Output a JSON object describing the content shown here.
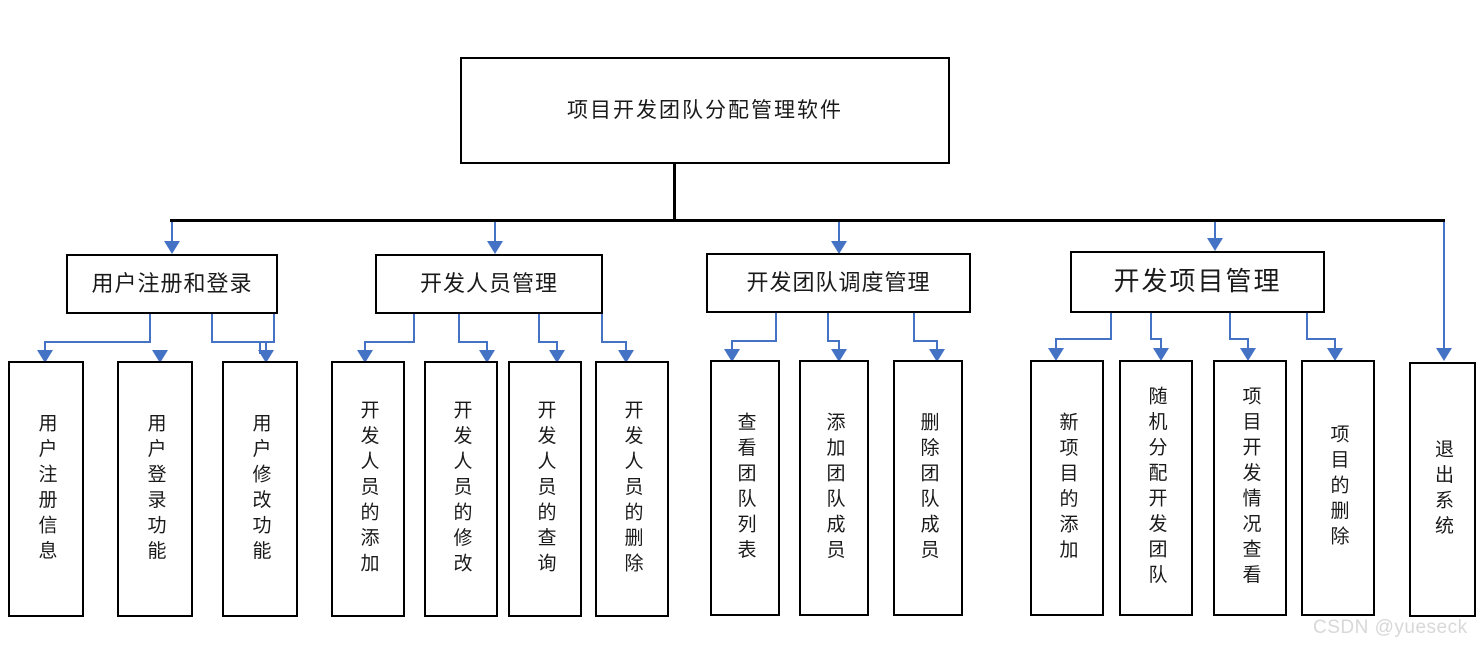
{
  "diagram": {
    "title": "项目开发团队分配管理软件",
    "root": {
      "label": "项目开发团队分配管理软件"
    },
    "branches": [
      {
        "label": "用户注册和登录",
        "children": [
          {
            "label": "用户注册信息"
          },
          {
            "label": "用户登录功能"
          },
          {
            "label": "用户修改功能"
          }
        ]
      },
      {
        "label": "开发人员管理",
        "children": [
          {
            "label": "开发人员的添加"
          },
          {
            "label": "开发人员的修改"
          },
          {
            "label": "开发人员的查询"
          },
          {
            "label": "开发人员的删除"
          }
        ]
      },
      {
        "label": "开发团队调度管理",
        "children": [
          {
            "label": "查看团队列表"
          },
          {
            "label": "添加团队成员"
          },
          {
            "label": "删除团队成员"
          }
        ]
      },
      {
        "label": "开发项目管理",
        "children": [
          {
            "label": "新项目的添加"
          },
          {
            "label": "随机分配开发团队"
          },
          {
            "label": "项目开发情况查看"
          },
          {
            "label": "项目的删除"
          }
        ]
      }
    ],
    "standalone": [
      {
        "label": "退出系统"
      }
    ]
  },
  "watermark": {
    "text": "CSDN @yueseck"
  },
  "colors": {
    "box_border": "#000000",
    "connector_main": "#000000",
    "connector_arrow": "#4472c4",
    "background": "#ffffff",
    "watermark": "#d8d8d8"
  }
}
